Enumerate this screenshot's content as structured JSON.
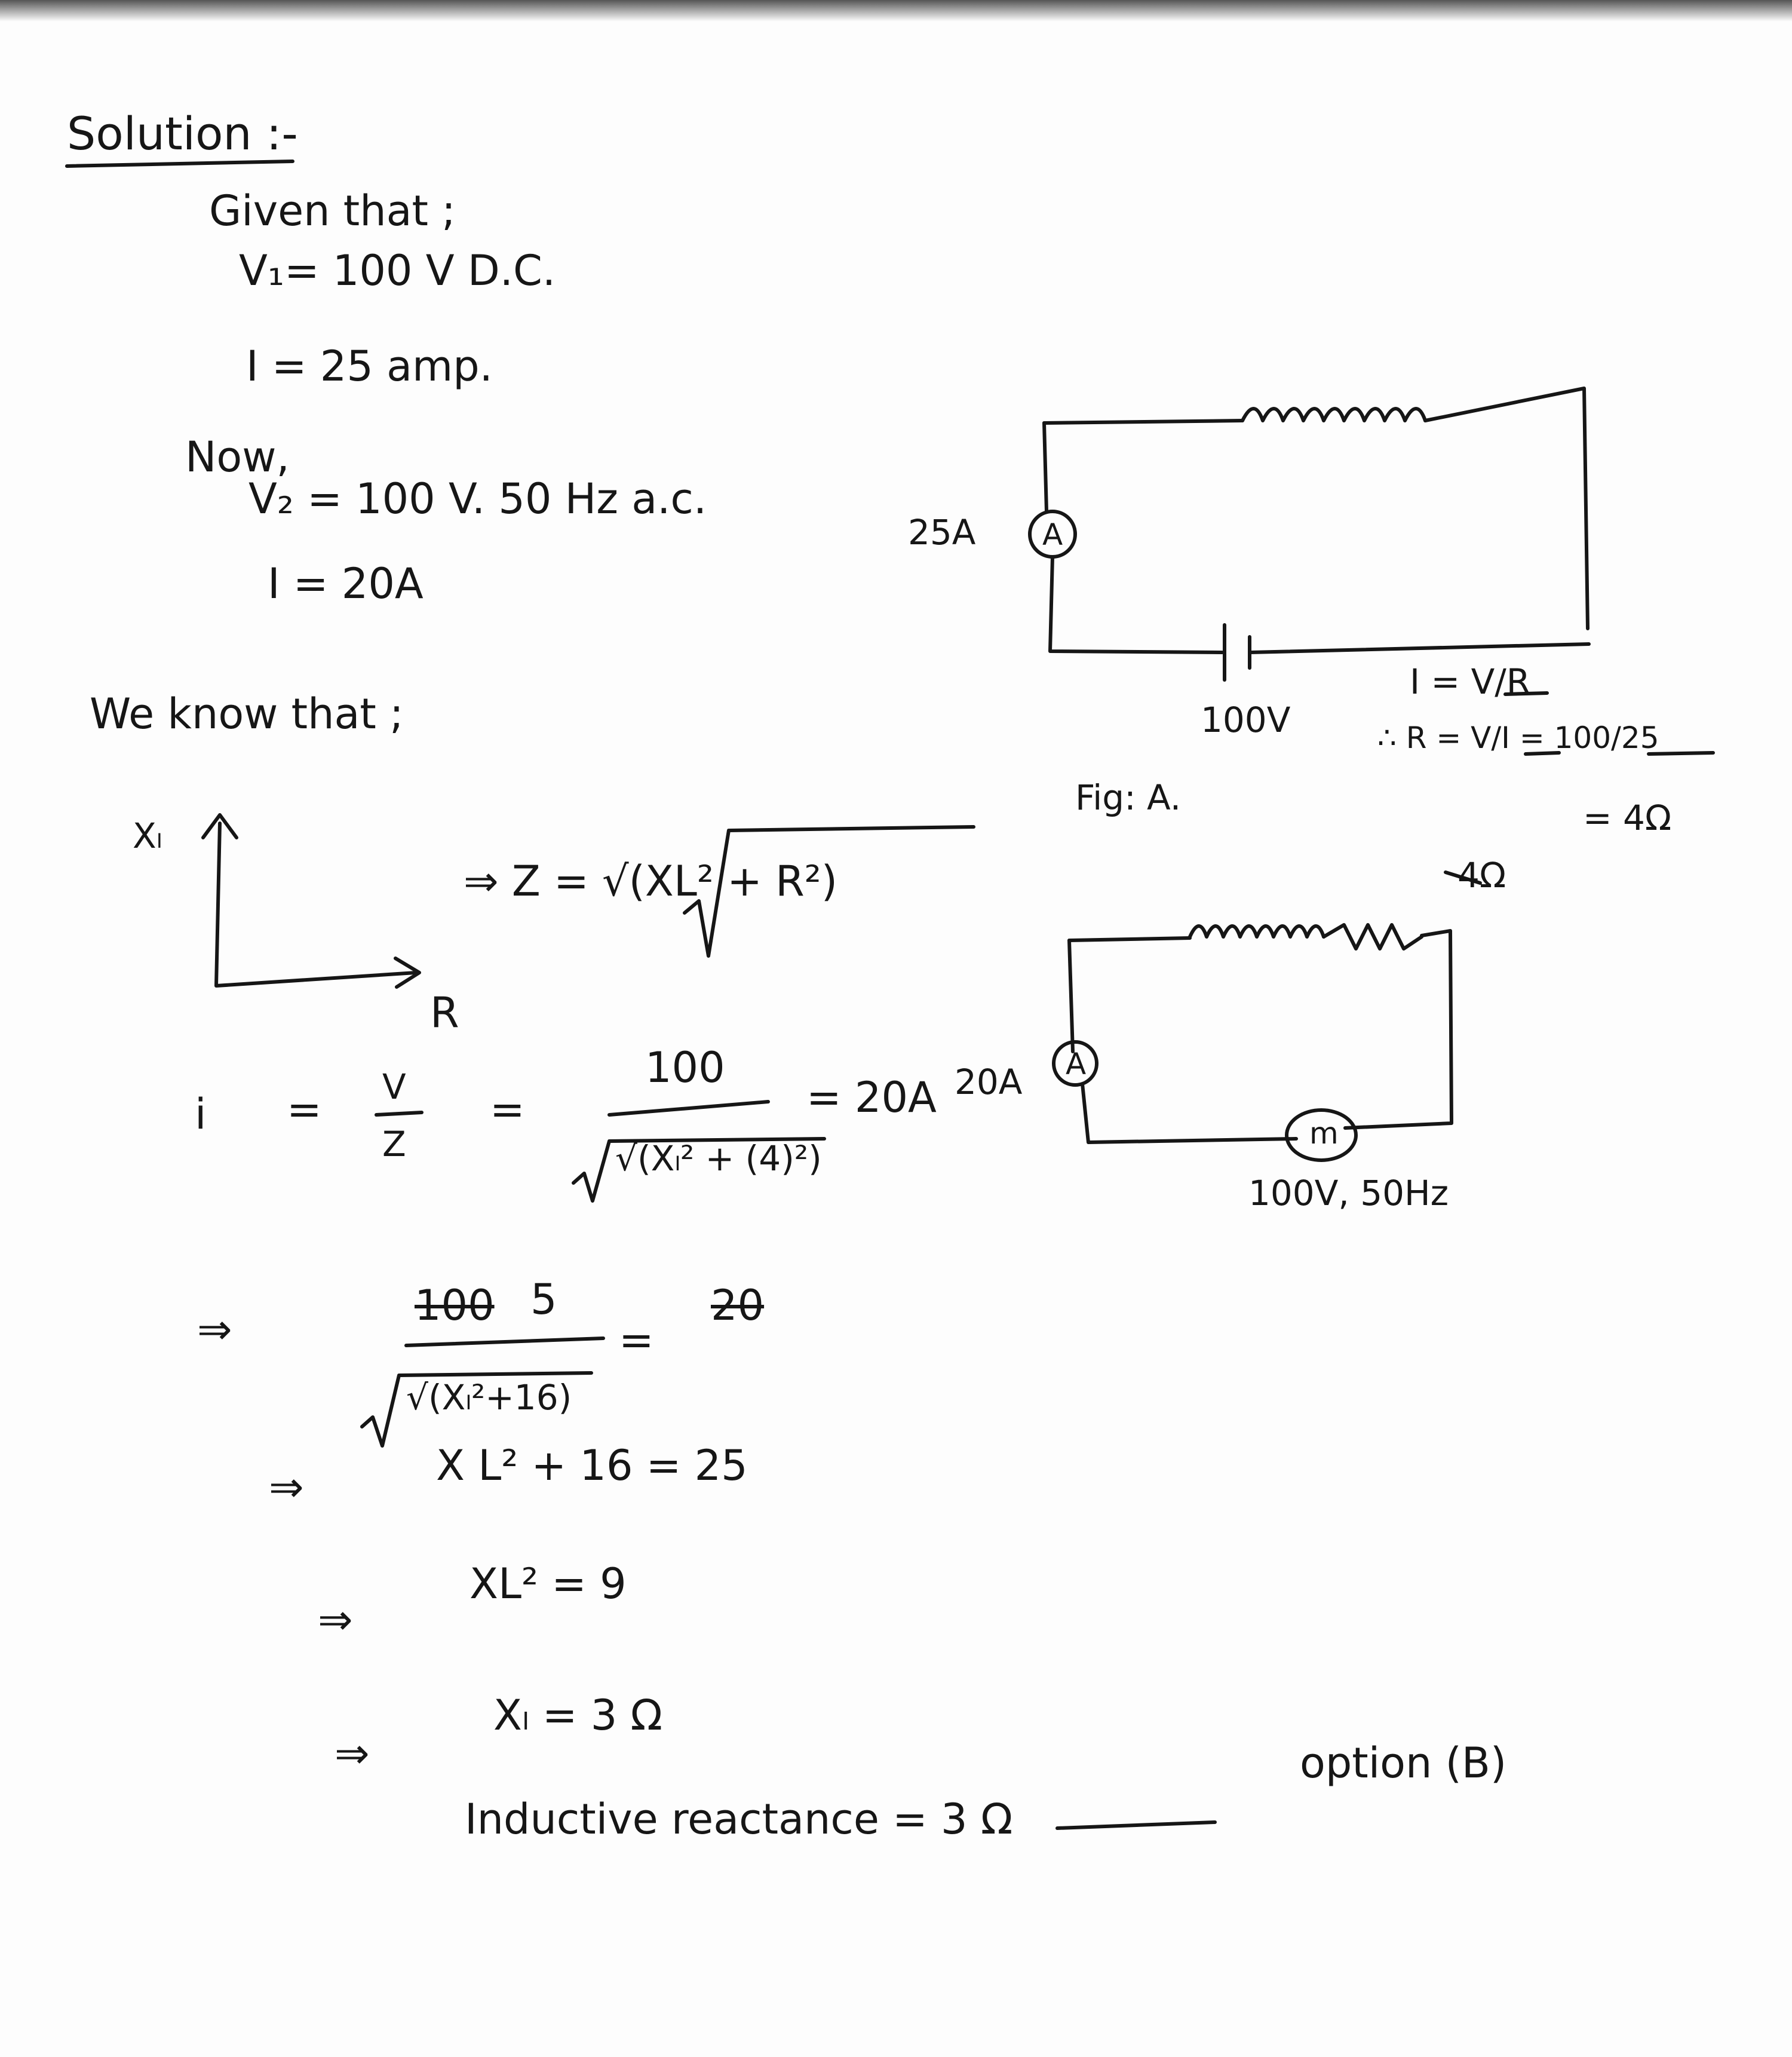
{
  "heading": "Solution :-",
  "given": {
    "intro": "Given that ;",
    "v1": "V₁= 100 V D.C.",
    "i1": "I = 25 amp.",
    "now": "Now,",
    "v2": "V₂ = 100 V. 50 Hz a.c.",
    "i2": "I = 20A"
  },
  "know": "We know that ;",
  "phasor": {
    "y_label": "Xₗ",
    "x_label": "R"
  },
  "impedance_formula": "⇒ Z = √(XL² + R²)",
  "current_eq": {
    "lhs": "i",
    "eq1": "=",
    "v": "V",
    "z": "Z",
    "eq2": "=",
    "num": "100",
    "den": "√(Xₗ² + (4)²)",
    "result": "= 20A"
  },
  "steps": [
    {
      "arrow": "⇒",
      "num_strike": "100",
      "num_new": "5",
      "eq": "=",
      "rhs_strike": "20",
      "den": "√(Xₗ²+16)"
    },
    {
      "arrow": "⇒",
      "text": "X L² + 16 = 25"
    },
    {
      "arrow": "⇒",
      "text": "XL² = 9"
    },
    {
      "arrow": "⇒",
      "text": "Xₗ = 3 Ω"
    }
  ],
  "answer": {
    "text": "Inductive reactance = 3 Ω",
    "option": "option (B)"
  },
  "fig_a": {
    "ammeter_current": "25A",
    "ammeter": "A",
    "battery": "100V",
    "caption": "Fig: A.",
    "ohm_law": "I = V/R",
    "r_calc": "∴ R = V/I = 100/25",
    "r_result": "= 4Ω"
  },
  "fig_b": {
    "resistor": "4Ω",
    "ammeter": "A",
    "ammeter_current": "20A",
    "source": "m",
    "source_label": "100V, 50Hz"
  }
}
